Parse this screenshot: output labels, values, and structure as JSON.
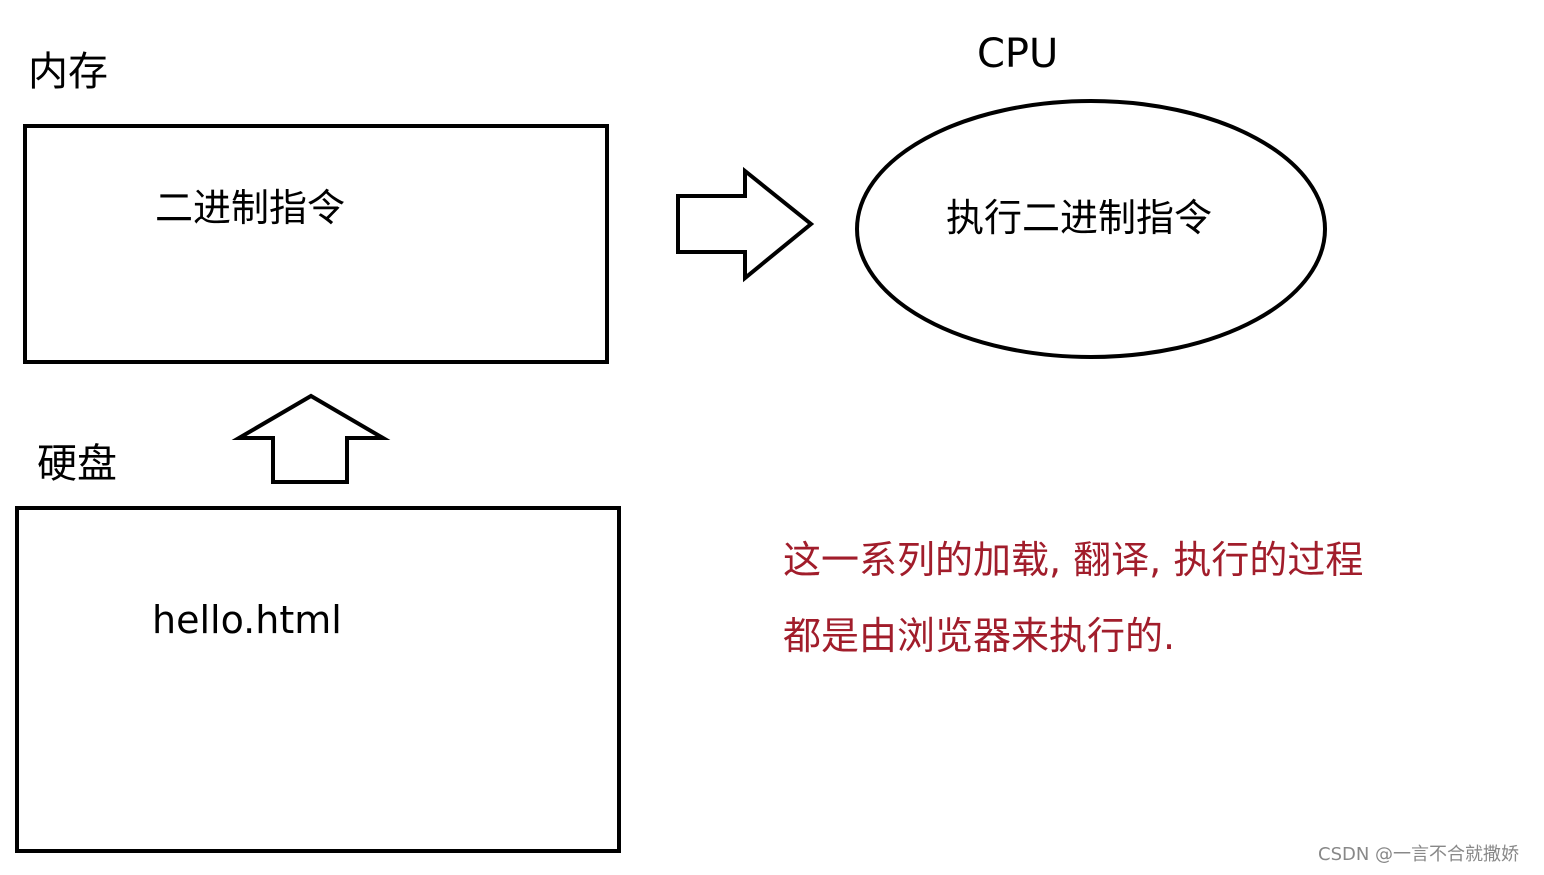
{
  "labels": {
    "memory": "内存",
    "memory_content": "二进制指令",
    "cpu": "CPU",
    "cpu_content": "执行二进制指令",
    "disk": "硬盘",
    "disk_content": "hello.html"
  },
  "note": {
    "line1": "这一系列的加载, 翻译, 执行的过程",
    "line2": "都是由浏览器来执行的."
  },
  "watermark": "CSDN @一言不合就撒娇",
  "colors": {
    "stroke": "#000000",
    "note_text": "#a11d2b",
    "background": "#ffffff"
  }
}
